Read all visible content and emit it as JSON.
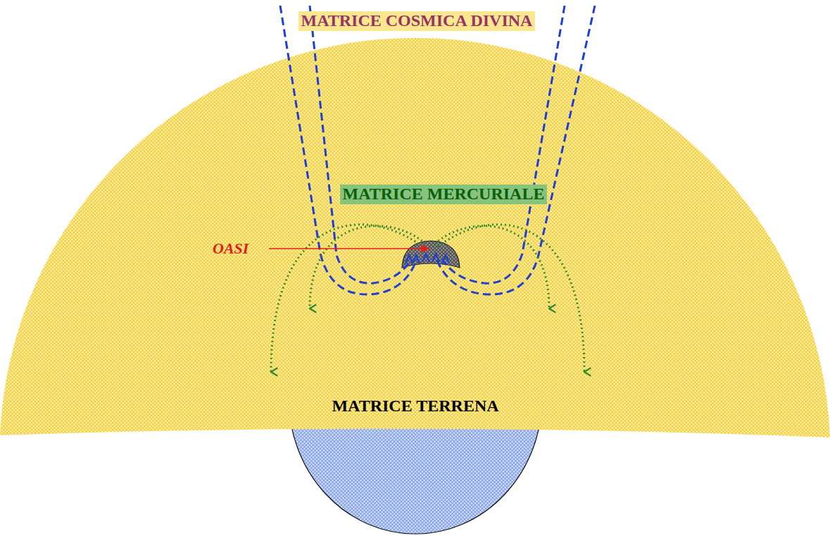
{
  "diagram": {
    "nodes": [
      {
        "text": [
          "MATRICE COSMICA DIVINA"
        ]
      },
      {
        "text": [
          "MATRICE MERCURIALE"
        ],
        "in": 0
      },
      {
        "text": [
          "MATRICE TERRENA"
        ],
        "in": 1
      }
    ],
    "labels": [
      "OASI"
    ]
  }
}
